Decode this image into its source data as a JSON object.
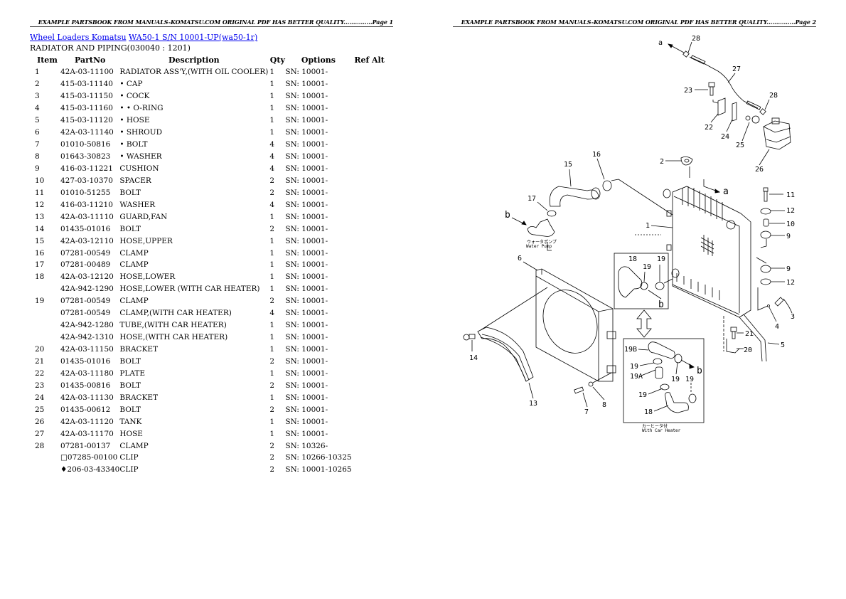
{
  "document": {
    "header_text": "EXAMPLE PARTSBOOK FROM MANUALS-KOMATSU.COM ORIGINAL PDF HAS BETTER QUALITY...............",
    "page_left_label": "Page 1",
    "page_right_label": "Page 2"
  },
  "breadcrumb": {
    "link1": "Wheel Loaders Komatsu",
    "link2": "WA50-1 S/N 10001-UP(wa50-1r)"
  },
  "section_title": "RADIATOR AND PIPING(030040 : 1201)",
  "table": {
    "headers": {
      "item": "Item",
      "partno": "PartNo",
      "description": "Description",
      "qty": "Qty",
      "options": "Options",
      "refalt": "Ref Alt"
    },
    "rows": [
      {
        "item": "1",
        "partno": "42A-03-11100",
        "description": "RADIATOR ASS'Y,(WITH OIL COOLER)",
        "qty": "1",
        "options": "SN: 10001-",
        "refalt": ""
      },
      {
        "item": "2",
        "partno": "415-03-11140",
        "description": "• CAP",
        "qty": "1",
        "options": "SN: 10001-",
        "refalt": ""
      },
      {
        "item": "3",
        "partno": "415-03-11150",
        "description": "• COCK",
        "qty": "1",
        "options": "SN: 10001-",
        "refalt": ""
      },
      {
        "item": "4",
        "partno": "415-03-11160",
        "description": "• • O-RING",
        "qty": "1",
        "options": "SN: 10001-",
        "refalt": ""
      },
      {
        "item": "5",
        "partno": "415-03-11120",
        "description": "• HOSE",
        "qty": "1",
        "options": "SN: 10001-",
        "refalt": ""
      },
      {
        "item": "6",
        "partno": "42A-03-11140",
        "description": "• SHROUD",
        "qty": "1",
        "options": "SN: 10001-",
        "refalt": ""
      },
      {
        "item": "7",
        "partno": "01010-50816",
        "description": "• BOLT",
        "qty": "4",
        "options": "SN: 10001-",
        "refalt": ""
      },
      {
        "item": "8",
        "partno": "01643-30823",
        "description": "• WASHER",
        "qty": "4",
        "options": "SN: 10001-",
        "refalt": ""
      },
      {
        "item": "9",
        "partno": "416-03-11221",
        "description": "CUSHION",
        "qty": "4",
        "options": "SN: 10001-",
        "refalt": ""
      },
      {
        "item": "10",
        "partno": "427-03-10370",
        "description": "SPACER",
        "qty": "2",
        "options": "SN: 10001-",
        "refalt": ""
      },
      {
        "item": "11",
        "partno": "01010-51255",
        "description": "BOLT",
        "qty": "2",
        "options": "SN: 10001-",
        "refalt": ""
      },
      {
        "item": "12",
        "partno": "416-03-11210",
        "description": "WASHER",
        "qty": "4",
        "options": "SN: 10001-",
        "refalt": ""
      },
      {
        "item": "13",
        "partno": "42A-03-11110",
        "description": "GUARD,FAN",
        "qty": "1",
        "options": "SN: 10001-",
        "refalt": ""
      },
      {
        "item": "14",
        "partno": "01435-01016",
        "description": "BOLT",
        "qty": "2",
        "options": "SN: 10001-",
        "refalt": ""
      },
      {
        "item": "15",
        "partno": "42A-03-12110",
        "description": "HOSE,UPPER",
        "qty": "1",
        "options": "SN: 10001-",
        "refalt": ""
      },
      {
        "item": "16",
        "partno": "07281-00549",
        "description": "CLAMP",
        "qty": "1",
        "options": "SN: 10001-",
        "refalt": ""
      },
      {
        "item": "17",
        "partno": "07281-00489",
        "description": "CLAMP",
        "qty": "1",
        "options": "SN: 10001-",
        "refalt": ""
      },
      {
        "item": "18",
        "partno": "42A-03-12120",
        "description": "HOSE,LOWER",
        "qty": "1",
        "options": "SN: 10001-",
        "refalt": ""
      },
      {
        "item": "",
        "partno": "42A-942-1290",
        "description": "HOSE,LOWER (WITH CAR HEATER)",
        "qty": "1",
        "options": "SN: 10001-",
        "refalt": ""
      },
      {
        "item": "19",
        "partno": "07281-00549",
        "description": "CLAMP",
        "qty": "2",
        "options": "SN: 10001-",
        "refalt": ""
      },
      {
        "item": "",
        "partno": "07281-00549",
        "description": "CLAMP,(WITH CAR HEATER)",
        "qty": "4",
        "options": "SN: 10001-",
        "refalt": ""
      },
      {
        "item": "",
        "partno": "42A-942-1280",
        "description": "TUBE,(WITH CAR HEATER)",
        "qty": "1",
        "options": "SN: 10001-",
        "refalt": ""
      },
      {
        "item": "",
        "partno": "42A-942-1310",
        "description": "HOSE,(WITH CAR HEATER)",
        "qty": "1",
        "options": "SN: 10001-",
        "refalt": ""
      },
      {
        "item": "20",
        "partno": "42A-03-11150",
        "description": "BRACKET",
        "qty": "1",
        "options": "SN: 10001-",
        "refalt": ""
      },
      {
        "item": "21",
        "partno": "01435-01016",
        "description": "BOLT",
        "qty": "2",
        "options": "SN: 10001-",
        "refalt": ""
      },
      {
        "item": "22",
        "partno": "42A-03-11180",
        "description": "PLATE",
        "qty": "1",
        "options": "SN: 10001-",
        "refalt": ""
      },
      {
        "item": "23",
        "partno": "01435-00816",
        "description": "BOLT",
        "qty": "2",
        "options": "SN: 10001-",
        "refalt": ""
      },
      {
        "item": "24",
        "partno": "42A-03-11130",
        "description": "BRACKET",
        "qty": "1",
        "options": "SN: 10001-",
        "refalt": ""
      },
      {
        "item": "25",
        "partno": "01435-00612",
        "description": "BOLT",
        "qty": "2",
        "options": "SN: 10001-",
        "refalt": ""
      },
      {
        "item": "26",
        "partno": "42A-03-11120",
        "description": "TANK",
        "qty": "1",
        "options": "SN: 10001-",
        "refalt": ""
      },
      {
        "item": "27",
        "partno": "42A-03-11170",
        "description": "HOSE",
        "qty": "1",
        "options": "SN: 10001-",
        "refalt": ""
      },
      {
        "item": "28",
        "partno": "07281-00137",
        "description": "CLAMP",
        "qty": "2",
        "options": "SN: 10326-",
        "refalt": ""
      },
      {
        "item": "",
        "partno": "□07285-00100",
        "description": "CLIP",
        "qty": "2",
        "options": "SN: 10266-10325",
        "refalt": ""
      },
      {
        "item": "",
        "partno": "♦206-03-43340",
        "description": "CLIP",
        "qty": "2",
        "options": "SN: 10001-10265",
        "refalt": ""
      }
    ]
  },
  "diagram": {
    "callouts": [
      "a",
      "28",
      "27",
      "23",
      "22",
      "24",
      "25",
      "28",
      "26",
      "16",
      "2",
      "15",
      "17",
      "b",
      "1",
      "a",
      "11",
      "12",
      "10",
      "9",
      "6",
      "18",
      "19",
      "19",
      "9",
      "12",
      "b",
      "3",
      "4",
      "21",
      "20",
      "5",
      "14",
      "13",
      "19B",
      "19",
      "19A",
      "19",
      "19",
      "19",
      "18",
      "b",
      "7",
      "8"
    ],
    "water_pump_jp": "ウォータポンプ",
    "water_pump_label": "Water Pump",
    "car_heater_jp": "カーヒータ付",
    "car_heater_label": "With Car Heater"
  }
}
